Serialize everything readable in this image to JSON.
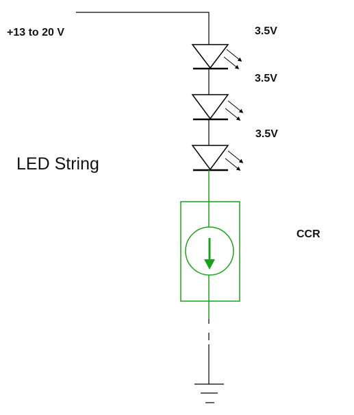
{
  "labels": {
    "supply": "+13 to 20 V",
    "led1_voltage": "3.5V",
    "led2_voltage": "3.5V",
    "led3_voltage": "3.5V",
    "string_title": "LED String",
    "ccr": "CCR"
  },
  "components": {
    "leds": [
      "led-1",
      "led-2",
      "led-3"
    ],
    "regulator": "constant-current-regulator",
    "ground": "ground-symbol"
  },
  "colors": {
    "wire": "#000000",
    "ccr": "#1aa01a"
  }
}
